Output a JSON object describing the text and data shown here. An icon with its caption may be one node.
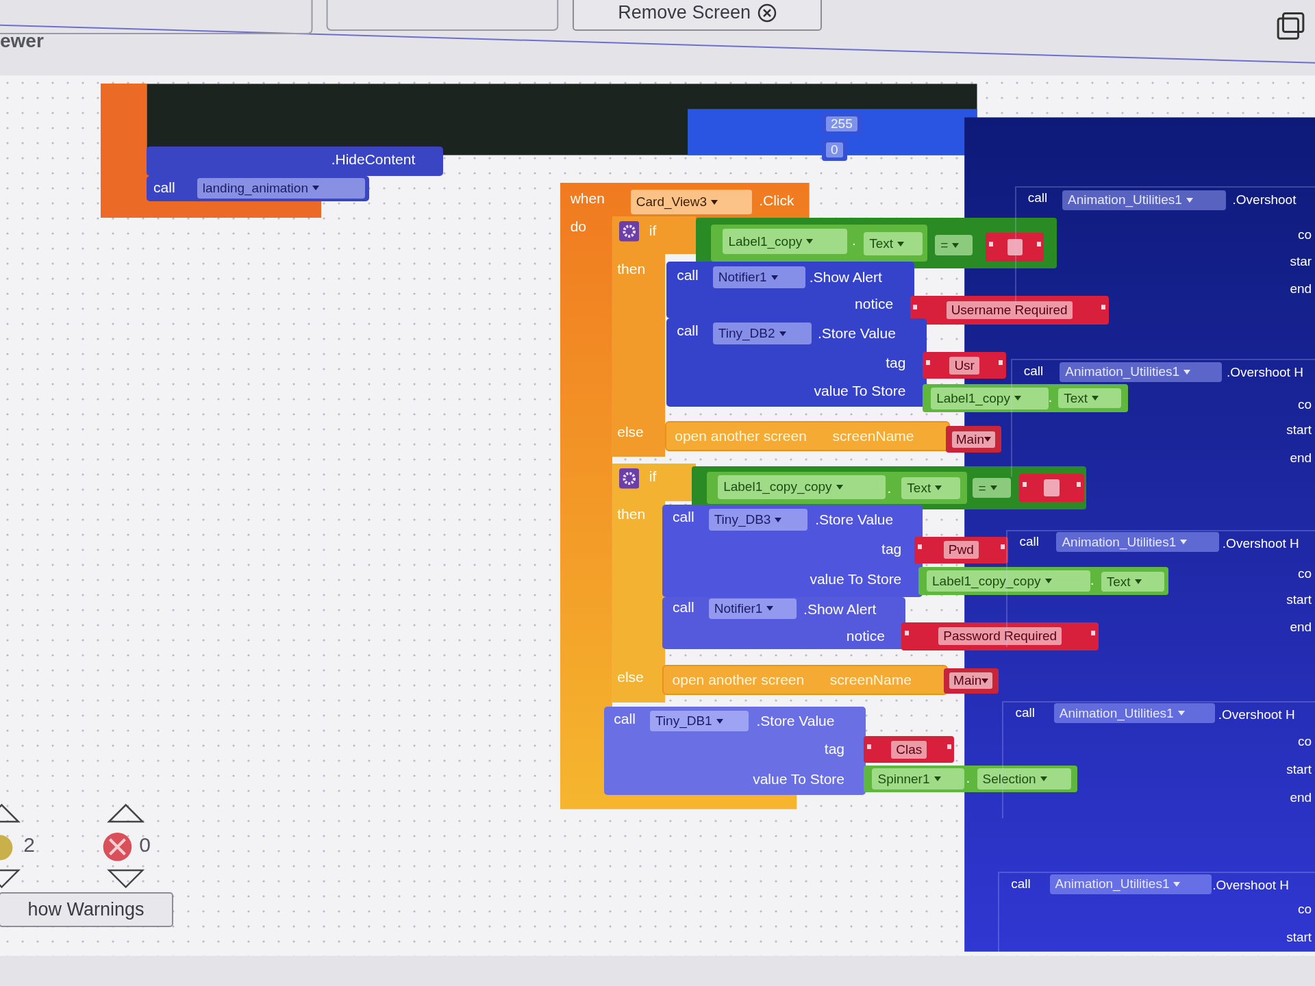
{
  "diagram": {
    "nodes": [
      {
        "text": [],
        "shape": "box"
      },
      {
        "text": [
          ".HideContent"
        ]
      },
      {
        "text": [
          "call"
        ]
      },
      {
        "text": [
          "landing_animation"
        ],
        "in": 2
      },
      {
        "text": [
          "255"
        ]
      },
      {
        "text": [
          "0"
        ]
      },
      {
        "text": [
          "when",
          ".Click",
          "do"
        ]
      },
      {
        "text": [
          "Card_View3"
        ],
        "in": 6
      },
      {
        "text": [
          "if",
          "then",
          "else"
        ],
        "in": 6
      },
      {
        "text": [],
        "shape": "box"
      },
      {
        "text": [
          "."
        ],
        "in": 9
      },
      {
        "text": [
          "Label1_copy"
        ],
        "in": 10
      },
      {
        "text": [
          "Text"
        ],
        "in": 10
      },
      {
        "text": [
          "="
        ],
        "in": 9
      },
      {
        "text": [],
        "shape": "box",
        "in": 9
      },
      {
        "text": [
          "call",
          ".Show Alert",
          "notice"
        ]
      },
      {
        "text": [
          "Notifier1"
        ],
        "in": 15
      },
      {
        "text": [
          "Username Required"
        ]
      },
      {
        "text": [
          "call",
          ".Store Value",
          "tag",
          "value To Store"
        ]
      },
      {
        "text": [
          "Tiny_DB2"
        ],
        "in": 18
      },
      {
        "text": [
          "Usr"
        ]
      },
      {
        "text": [
          "."
        ]
      },
      {
        "text": [
          "Label1_copy"
        ],
        "in": 21
      },
      {
        "text": [
          "Text"
        ]
      },
      {
        "text": [
          "open another screen",
          "screenName"
        ]
      },
      {
        "text": [
          "Main"
        ]
      },
      {
        "text": [
          "if",
          "then",
          "else"
        ],
        "in": 6
      },
      {
        "text": [],
        "shape": "box"
      },
      {
        "text": [
          "."
        ],
        "in": 27
      },
      {
        "text": [
          "Label1_copy_copy"
        ],
        "in": 28
      },
      {
        "text": [
          "Text"
        ],
        "in": 28
      },
      {
        "text": [
          "="
        ],
        "in": 27
      },
      {
        "text": [],
        "shape": "box",
        "in": 27
      },
      {
        "text": [
          "call",
          ".Store Value",
          "tag",
          "value To Store"
        ]
      },
      {
        "text": [
          "Tiny_DB3"
        ],
        "in": 33
      },
      {
        "text": [
          "Pwd"
        ]
      },
      {
        "text": [
          "."
        ]
      },
      {
        "text": [
          "Label1_copy_copy"
        ],
        "in": 36
      },
      {
        "text": [
          "Text"
        ]
      },
      {
        "text": [
          "call",
          ".Show Alert",
          "notice"
        ]
      },
      {
        "text": [
          "Notifier1"
        ],
        "in": 39
      },
      {
        "text": [
          "Password Required"
        ]
      },
      {
        "text": [
          "open another screen",
          "screenName"
        ]
      },
      {
        "text": [
          "Main"
        ]
      },
      {
        "text": [
          "call",
          ".Store Value",
          "tag",
          "value To Store"
        ]
      },
      {
        "text": [
          "Tiny_DB1"
        ],
        "in": 44
      },
      {
        "text": [
          "Clas"
        ]
      },
      {
        "text": [
          "."
        ]
      },
      {
        "text": [
          "Spinner1"
        ],
        "in": 47
      },
      {
        "text": [
          "Selection"
        ],
        "in": 47
      },
      {
        "text": [
          "call",
          ".Overshoot",
          "co",
          "star",
          "end"
        ]
      },
      {
        "text": [
          "Animation_Utilities1"
        ],
        "in": 50
      },
      {
        "text": [
          "call",
          ".Overshoot H",
          "co",
          "start",
          "end"
        ]
      },
      {
        "text": [
          "Animation_Utilities1"
        ],
        "in": 52
      },
      {
        "text": [
          "call",
          ".Overshoot H",
          "co",
          "start",
          "end"
        ]
      },
      {
        "text": [
          "Animation_Utilities1"
        ],
        "in": 54
      },
      {
        "text": [
          "call",
          ".Overshoot H",
          "co",
          "start",
          "end"
        ]
      },
      {
        "text": [
          "Animation_Utilities1"
        ],
        "in": 56
      },
      {
        "text": [
          "call",
          ".Overshoot H",
          "co",
          "start"
        ]
      },
      {
        "text": [
          "Animation_Utilities1"
        ],
        "in": 58
      }
    ],
    "labels": [
      "ewer",
      "Remove Screen",
      "2",
      "0",
      "how Warnings"
    ]
  }
}
